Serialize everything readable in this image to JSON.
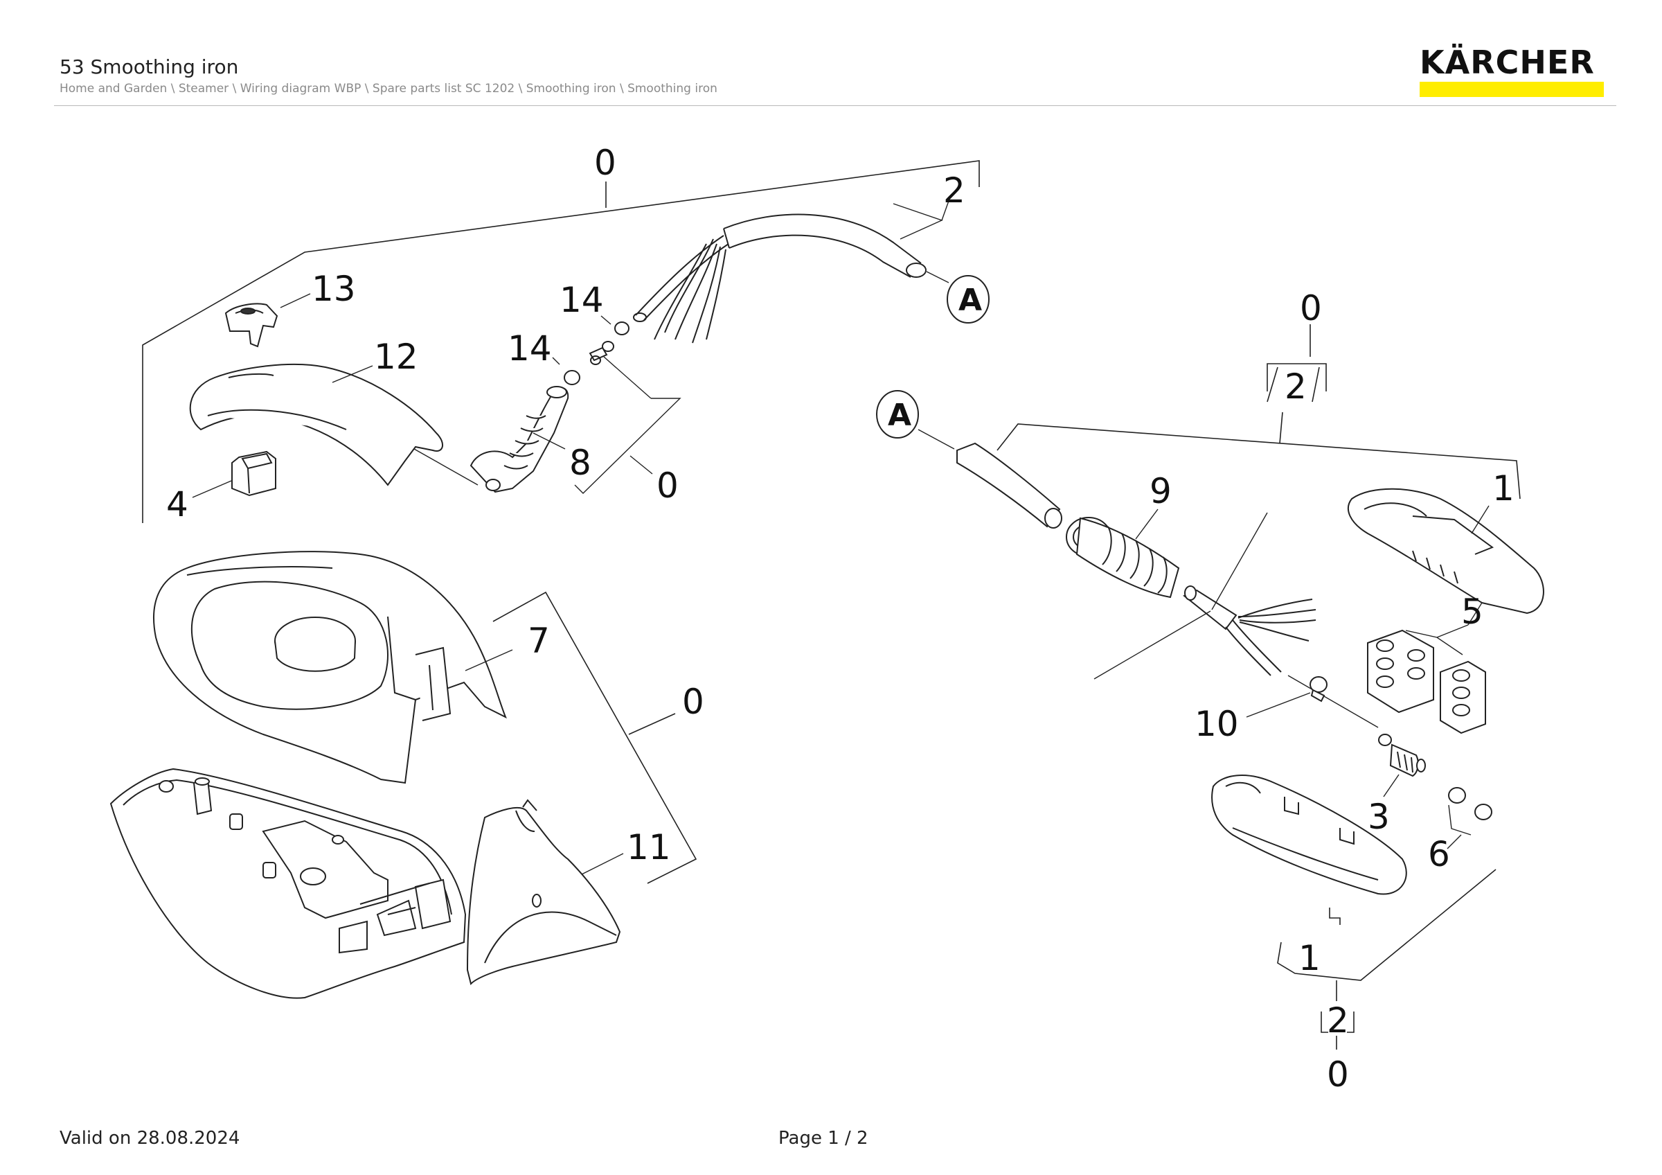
{
  "header": {
    "title": "53 Smoothing iron",
    "breadcrumb": "Home and Garden \\ Steamer \\ Wiring diagram WBP \\ Spare parts list SC 1202 \\ Smoothing iron \\ Smoothing iron",
    "brand": "KÄRCHER",
    "brand_color": "#ffed00"
  },
  "diagram": {
    "labels": {
      "grp_top": "0",
      "cable_2": "2",
      "p13": "13",
      "p12": "12",
      "p14a": "14",
      "p14b": "14",
      "p8": "8",
      "grp_handle": "0",
      "p4": "4",
      "p7": "7",
      "grp_mid": "0",
      "p11": "11",
      "grp_right": "0",
      "right_2": "2",
      "p9": "9",
      "p1_top": "1",
      "p5": "5",
      "p10": "10",
      "p3": "3",
      "p6": "6",
      "p1_bot": "1",
      "bot_2": "2",
      "bot_0": "0"
    },
    "callout_a1": "A",
    "callout_a2": "A"
  },
  "footer": {
    "valid": "Valid on 28.08.2024",
    "page": "Page 1 / 2"
  }
}
